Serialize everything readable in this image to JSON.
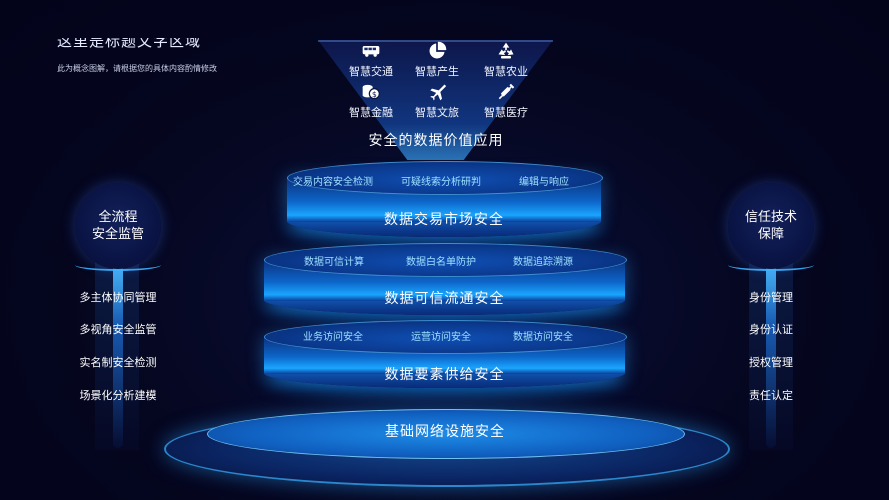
{
  "header": {
    "title": "这里是标题文字区域",
    "subtitle": "此为概念图解，请根据您的具体内容酌情修改"
  },
  "applications": {
    "items": [
      {
        "label": "智慧交通",
        "icon": "bus-icon"
      },
      {
        "label": "智慧产生",
        "icon": "pie-chart-icon"
      },
      {
        "label": "智慧农业",
        "icon": "recycle-icon"
      },
      {
        "label": "智慧金融",
        "icon": "coins-icon"
      },
      {
        "label": "智慧文旅",
        "icon": "airplane-icon"
      },
      {
        "label": "智慧医疗",
        "icon": "syringe-icon"
      }
    ],
    "apex_label": "安全的数据价值应用"
  },
  "layers": [
    {
      "label": "数据交易市场安全",
      "chips": [
        "交易内容安全检测",
        "可疑线索分析研判",
        "编辑与响应"
      ]
    },
    {
      "label": "数据可信流通安全",
      "chips": [
        "数据可信计算",
        "数据白名单防护",
        "数据追踪溯源"
      ]
    },
    {
      "label": "数据要素供给安全",
      "chips": [
        "业务访问安全",
        "运营访问安全",
        "数据访问安全"
      ]
    },
    {
      "label": "基础网络设施安全",
      "chips": []
    }
  ],
  "left_pillar": {
    "title": [
      "全流程",
      "安全监管"
    ],
    "items": [
      "多主体协同管理",
      "多视角安全监管",
      "实名制安全检测",
      "场景化分析建模"
    ]
  },
  "right_pillar": {
    "title": [
      "信任技术",
      "保障"
    ],
    "items": [
      "身份管理",
      "身份认证",
      "授权管理",
      "责任认定"
    ]
  },
  "colors": {
    "background": "#05061f",
    "accent": "#1aa5ff",
    "chip_text": "#9fe0ff"
  }
}
